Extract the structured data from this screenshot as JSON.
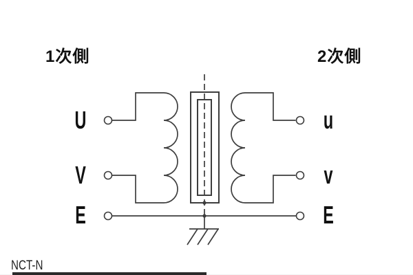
{
  "diagram": {
    "primary_side_label": "1次側",
    "secondary_side_label": "2次側",
    "primary_terminals": [
      {
        "label": "U"
      },
      {
        "label": "V"
      },
      {
        "label": "E"
      }
    ],
    "secondary_terminals": [
      {
        "label": "u"
      },
      {
        "label": "v"
      },
      {
        "label": "E"
      }
    ],
    "caption": "NCT-N",
    "symbols": {
      "core": "transformer-core",
      "core_axis": "dashed-center-line",
      "ground": "earth-ground-symbol",
      "terminal": "open-circle-terminal"
    },
    "colors": {
      "line": "#3d3d3d",
      "text": "#111111",
      "background": "#ffffff",
      "bottom_bar": "#2a2a2a"
    }
  }
}
